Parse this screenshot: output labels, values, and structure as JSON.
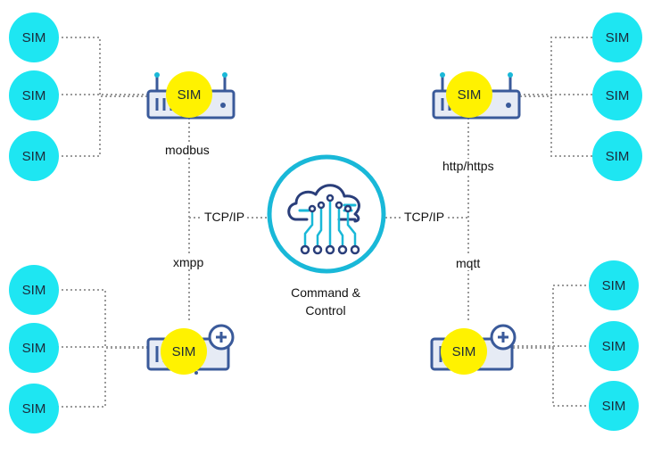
{
  "node_label": "SIM",
  "center": {
    "caption_line1": "Command &",
    "caption_line2": "Control",
    "ring_color": "#19b8d8"
  },
  "protocols": {
    "top_left": "modbus",
    "top_right": "http/https",
    "bottom_left": "xmpp",
    "bottom_right": "mqtt",
    "left_link": "TCP/IP",
    "right_link": "TCP/IP"
  },
  "colors": {
    "sim_node": "#1ee6f2",
    "gateway_sim": "#fff200",
    "device_stroke": "#3a5a9a",
    "wire": "#9a9a9a"
  },
  "icons": {
    "top_gateways": "router-icon",
    "bottom_gateways": "network-switch-icon",
    "center": "cloud-circuit-icon"
  }
}
